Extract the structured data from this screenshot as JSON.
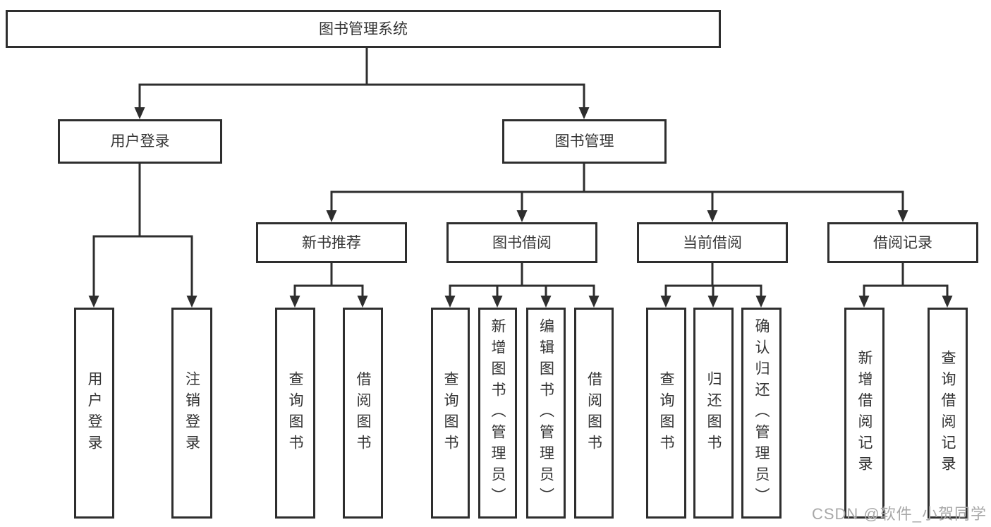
{
  "diagram": {
    "title": "图书管理系统",
    "tree": {
      "label": "图书管理系统",
      "children": [
        {
          "label": "用户登录",
          "children": [
            {
              "label": "用户登录"
            },
            {
              "label": "注销登录"
            }
          ]
        },
        {
          "label": "图书管理",
          "children": [
            {
              "label": "新书推荐",
              "children": [
                {
                  "label": "查询图书"
                },
                {
                  "label": "借阅图书"
                }
              ]
            },
            {
              "label": "图书借阅",
              "children": [
                {
                  "label": "查询图书"
                },
                {
                  "label": "新增图书（管理员）"
                },
                {
                  "label": "编辑图书（管理员）"
                },
                {
                  "label": "借阅图书"
                }
              ]
            },
            {
              "label": "当前借阅",
              "children": [
                {
                  "label": "查询图书"
                },
                {
                  "label": "归还图书"
                },
                {
                  "label": "确认归还（管理员）"
                }
              ]
            },
            {
              "label": "借阅记录",
              "children": [
                {
                  "label": "新增借阅记录"
                },
                {
                  "label": "查询借阅记录"
                }
              ]
            }
          ]
        }
      ]
    },
    "watermark": "CSDN @软件_小贺同学",
    "colors": {
      "line": "#2e2e2e",
      "text": "#333333",
      "watermark": "#a8a8a8",
      "background": "#ffffff"
    }
  }
}
